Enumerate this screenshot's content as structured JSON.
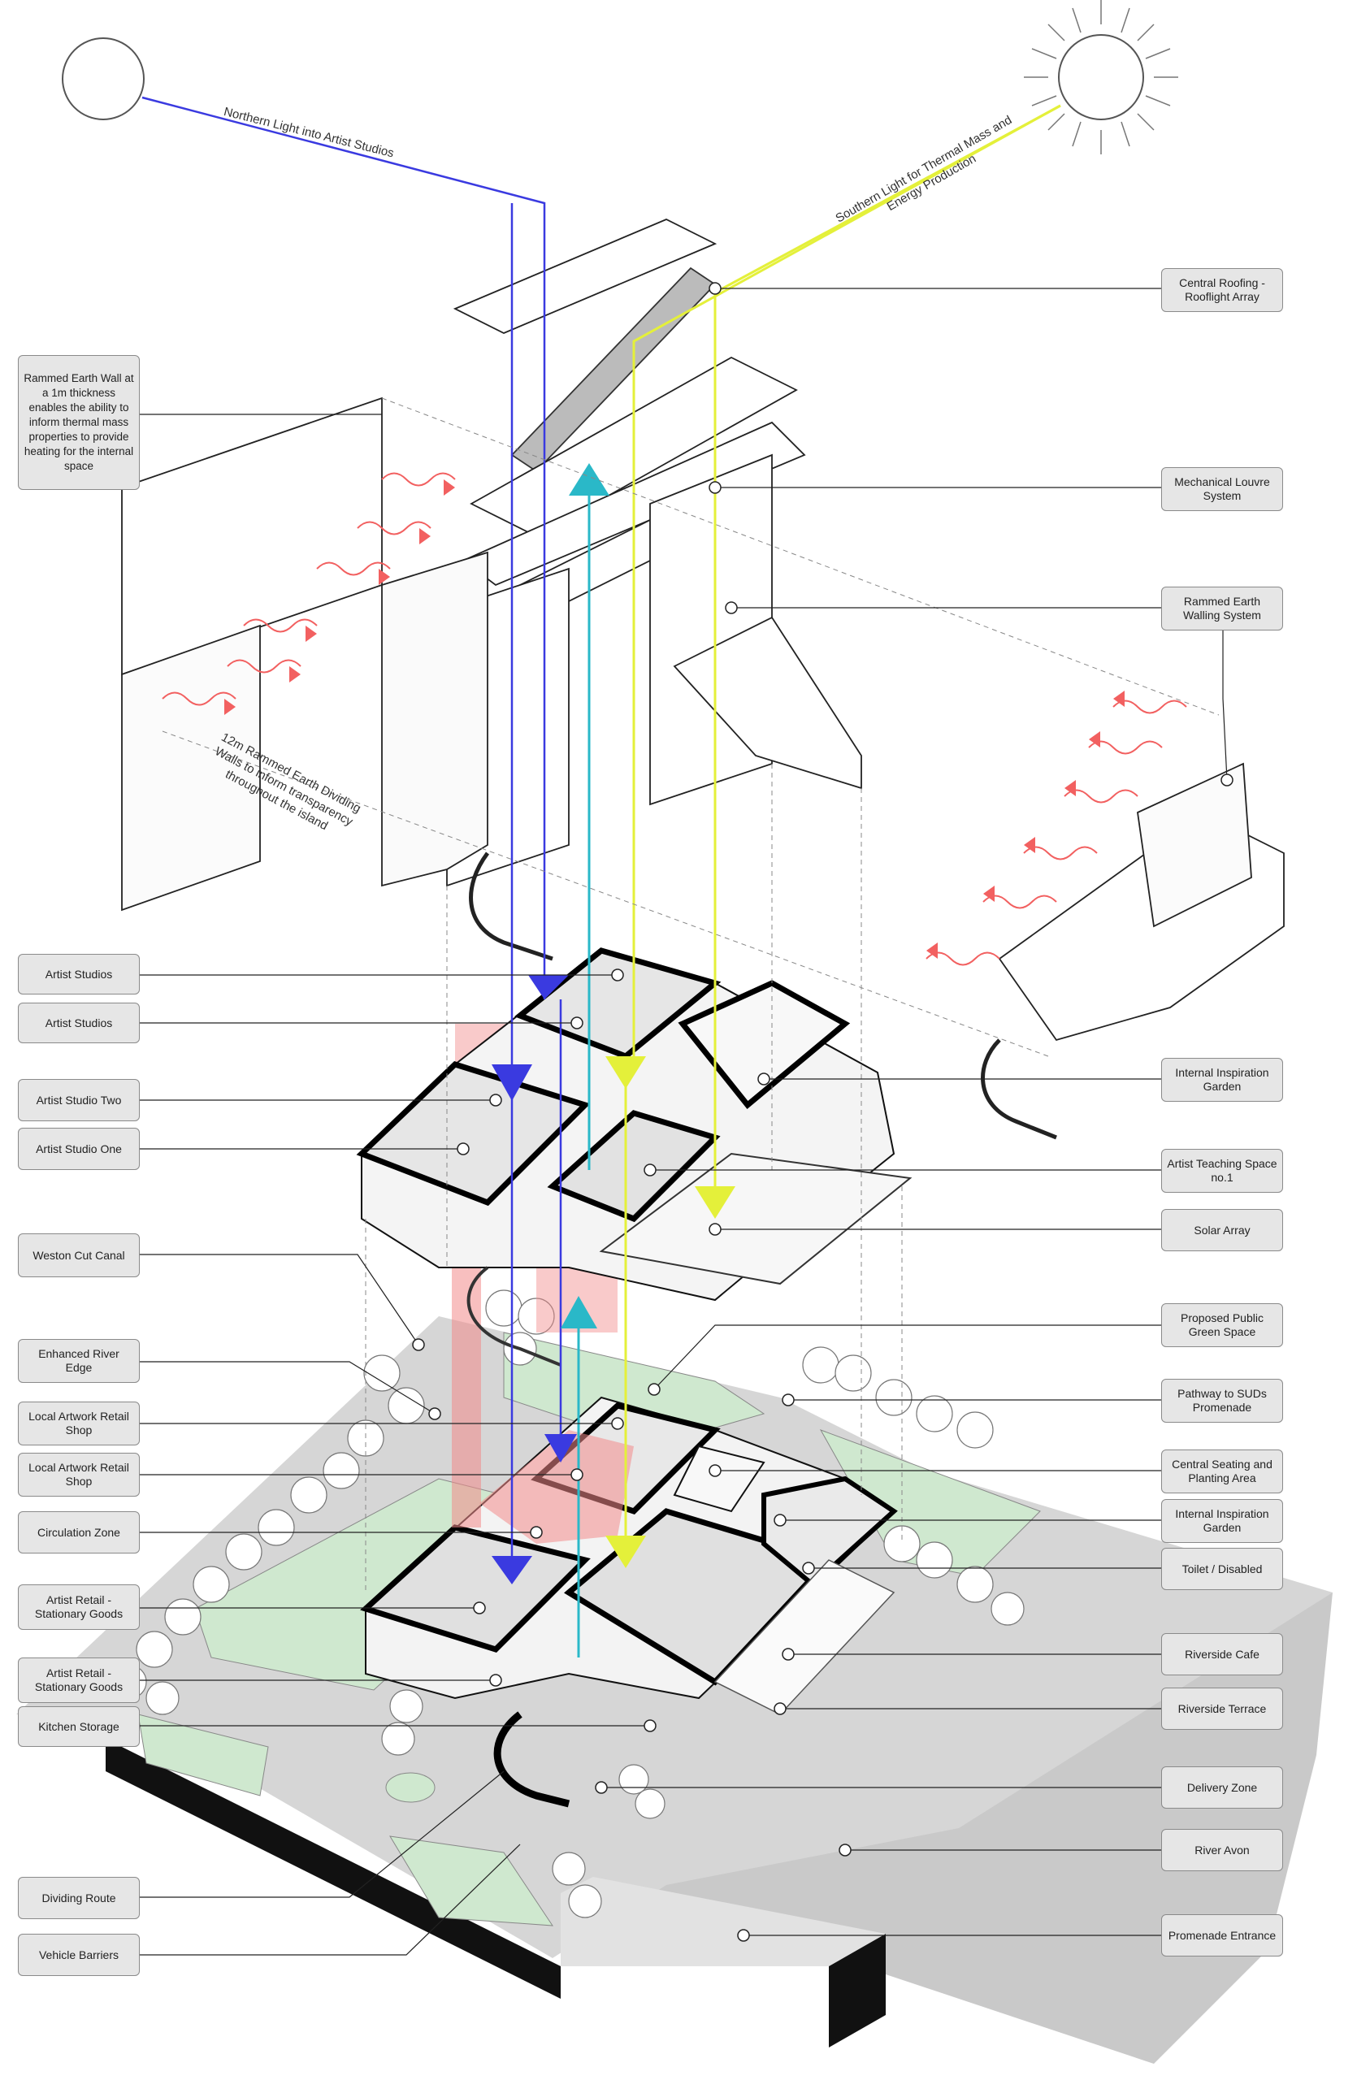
{
  "annotations": {
    "northern_light": "Northern Light into Artist Studios",
    "southern_light_line1": "Southern Light for Thermal Mass and",
    "southern_light_line2": "Energy Production",
    "dividing_walls_line1": "12m Rammed Earth Dividing",
    "dividing_walls_line2": "Walls to inform transparency",
    "dividing_walls_line3": "throughout the island"
  },
  "labels_left": [
    {
      "id": "rammed-earth-wall",
      "text": "Rammed Earth Wall at a 1m thickness enables the ability to inform thermal mass properties to provide heating for the internal space"
    },
    {
      "id": "artist-studios-1",
      "text": "Artist Studios"
    },
    {
      "id": "artist-studios-2",
      "text": "Artist Studios"
    },
    {
      "id": "artist-studio-two",
      "text": "Artist Studio Two"
    },
    {
      "id": "artist-studio-one",
      "text": "Artist Studio One"
    },
    {
      "id": "weston-cut-canal",
      "text": "Weston Cut Canal"
    },
    {
      "id": "enhanced-river-edge",
      "text": "Enhanced River Edge"
    },
    {
      "id": "local-artwork-retail-1",
      "text": "Local Artwork Retail Shop"
    },
    {
      "id": "local-artwork-retail-2",
      "text": "Local Artwork Retail Shop"
    },
    {
      "id": "circulation-zone",
      "text": "Circulation Zone"
    },
    {
      "id": "artist-retail-stationary-1",
      "text": "Artist Retail - Stationary Goods"
    },
    {
      "id": "artist-retail-stationary-2",
      "text": "Artist Retail - Stationary Goods"
    },
    {
      "id": "kitchen-storage",
      "text": "Kitchen Storage"
    },
    {
      "id": "dividing-route",
      "text": "Dividing Route"
    },
    {
      "id": "vehicle-barriers",
      "text": "Vehicle Barriers"
    }
  ],
  "labels_right": [
    {
      "id": "central-roofing",
      "text": "Central Roofing - Rooflight Array"
    },
    {
      "id": "mechanical-louvre",
      "text": "Mechanical Louvre System"
    },
    {
      "id": "rammed-earth-walling",
      "text": "Rammed Earth Walling System"
    },
    {
      "id": "internal-inspiration-garden-1",
      "text": "Internal Inspiration Garden"
    },
    {
      "id": "artist-teaching-space",
      "text": "Artist Teaching Space no.1"
    },
    {
      "id": "solar-array",
      "text": "Solar Array"
    },
    {
      "id": "proposed-public-green",
      "text": "Proposed Public Green Space"
    },
    {
      "id": "pathway-suds",
      "text": "Pathway to SUDs Promenade"
    },
    {
      "id": "central-seating",
      "text": "Central Seating and Planting Area"
    },
    {
      "id": "internal-inspiration-garden-2",
      "text": "Internal Inspiration Garden"
    },
    {
      "id": "toilet-disabled",
      "text": "Toilet / Disabled"
    },
    {
      "id": "riverside-cafe",
      "text": "Riverside Cafe"
    },
    {
      "id": "riverside-terrace",
      "text": "Riverside Terrace"
    },
    {
      "id": "delivery-zone",
      "text": "Delivery Zone"
    },
    {
      "id": "river-avon",
      "text": "River Avon"
    },
    {
      "id": "promenade-entrance",
      "text": "Promenade Entrance"
    }
  ],
  "colors": {
    "northern_light": "#3a3ae0",
    "southern_light": "#e4f03a",
    "airflow": "#2ab8c8",
    "heat": "#f26060",
    "circulation": "#f28a8a",
    "green_space": "#cfe8cf",
    "river": "#c8c8c8",
    "label_bg": "#e6e6e6"
  }
}
